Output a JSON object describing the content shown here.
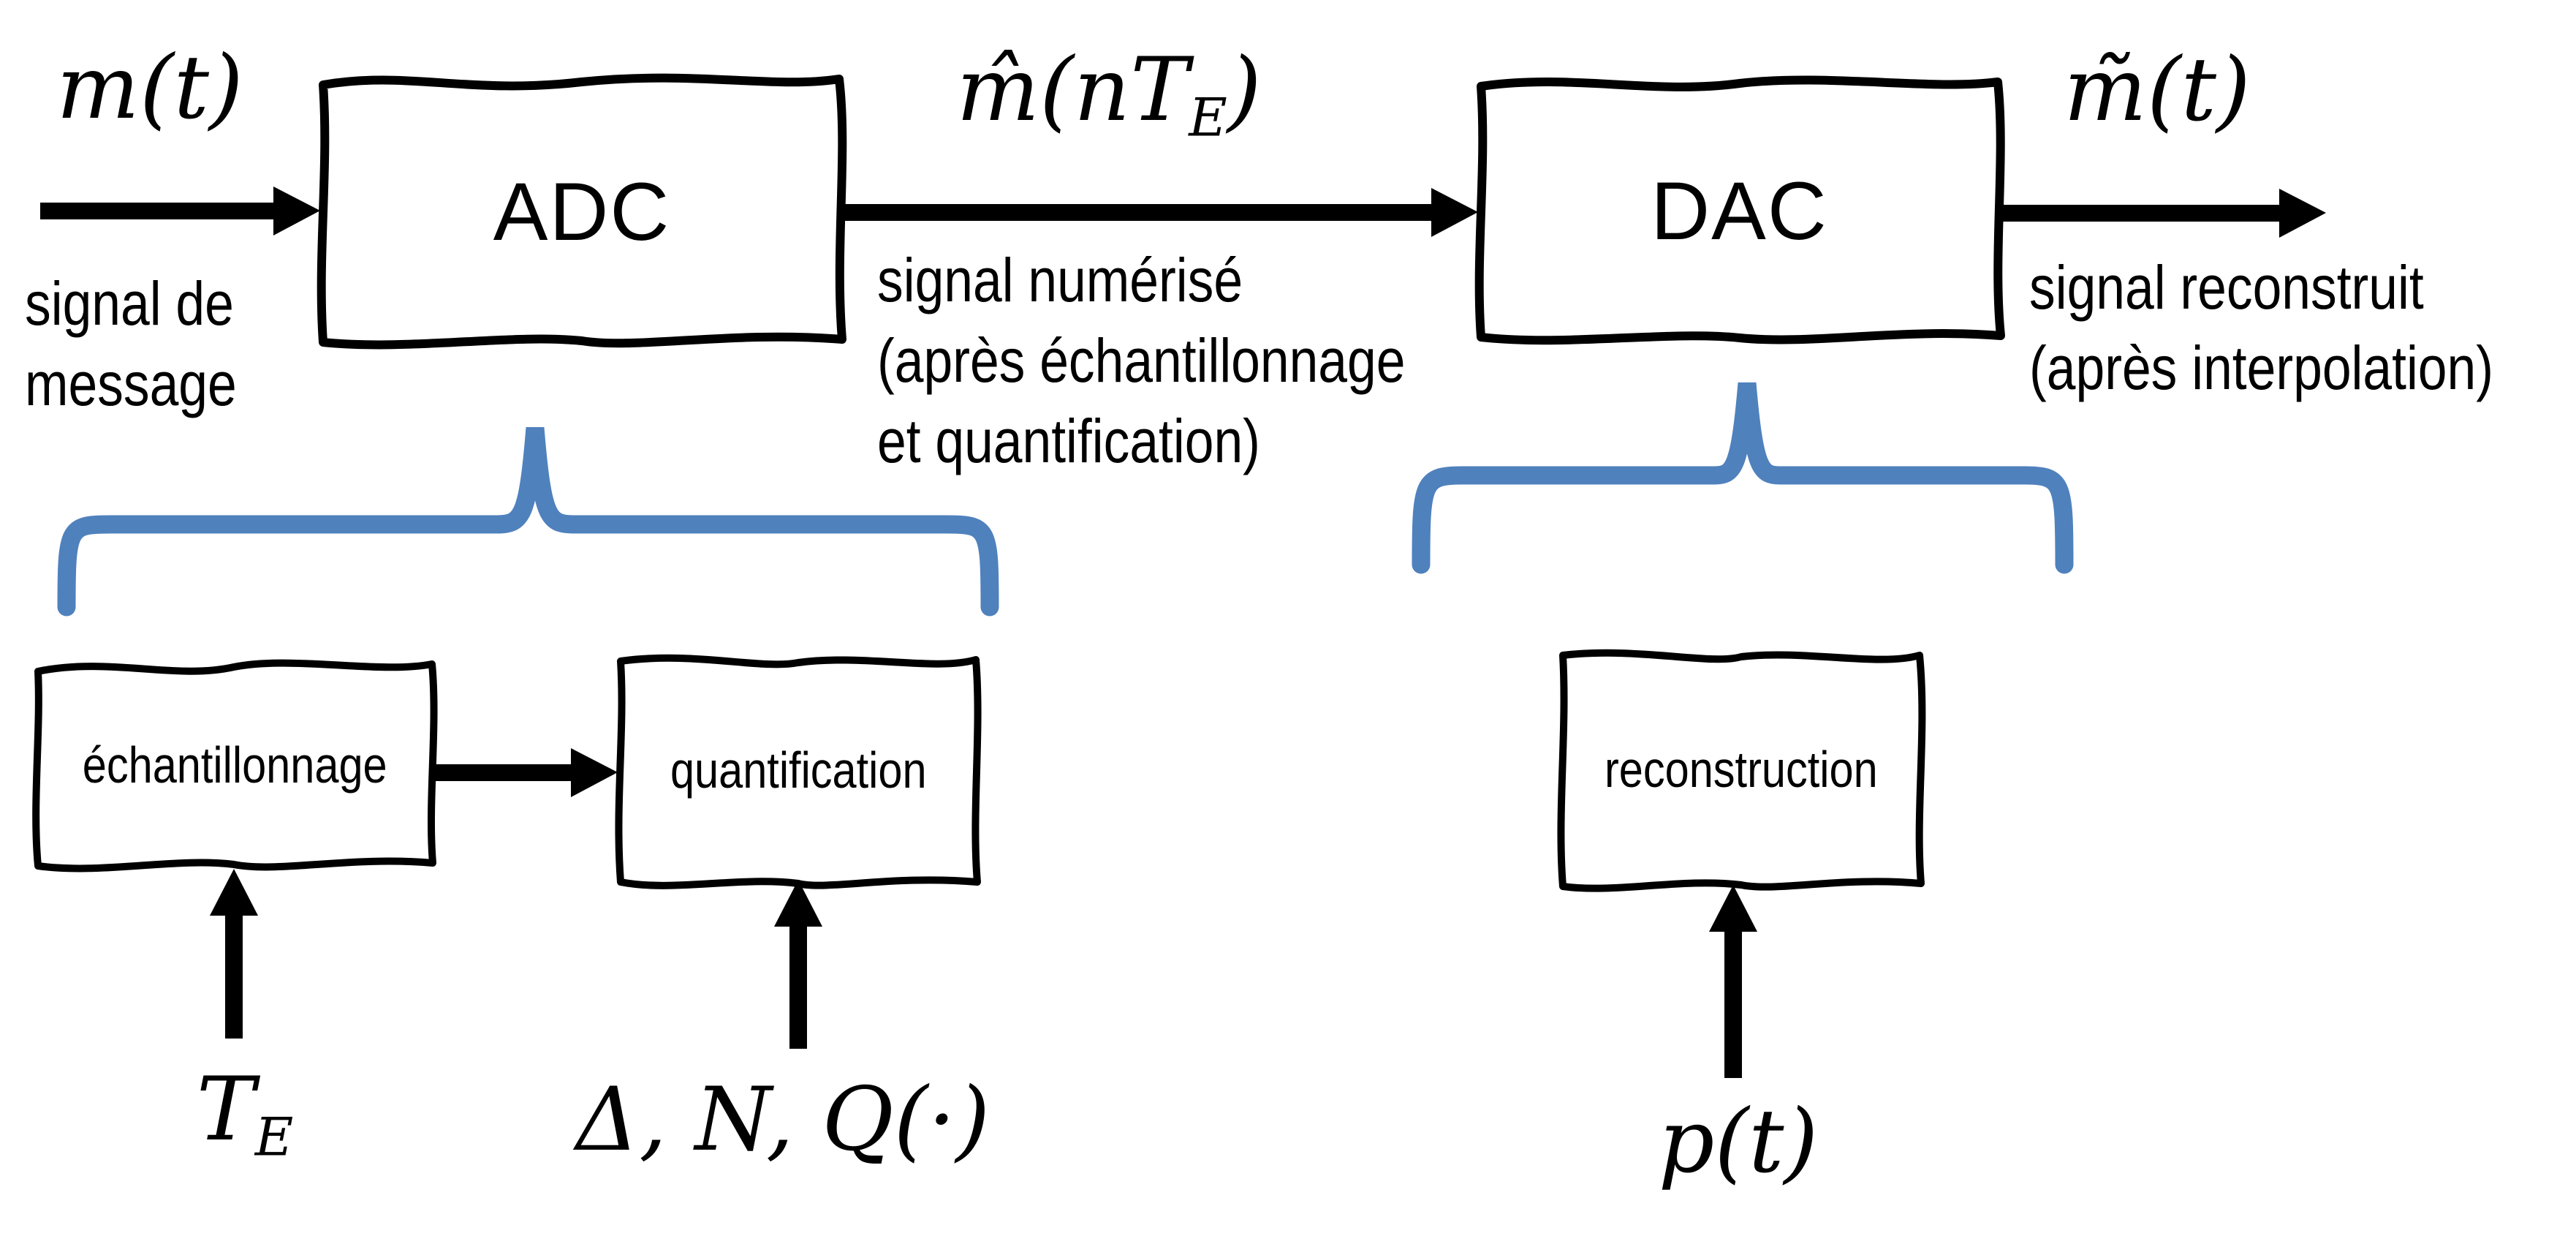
{
  "diagram": {
    "background": "#ffffff",
    "ink": "#000000",
    "brace_color": "#4f81bd"
  },
  "blocks": {
    "adc": "ADC",
    "dac": "DAC",
    "sampling": "échantillonnage",
    "quantization": "quantification",
    "reconstruction": "reconstruction"
  },
  "labels": {
    "input_formula": "m(t)",
    "input_caption_line1": "signal de",
    "input_caption_line2": "message",
    "digitized_formula_base": "m̂(nT",
    "digitized_formula_sub": "E",
    "digitized_formula_close": ")",
    "digitized_caption_line1": "signal numérisé",
    "digitized_caption_line2": "(après échantillonnage",
    "digitized_caption_line3": "et quantification)",
    "output_formula": "m̃(t)",
    "output_caption_line1": "signal reconstruit",
    "output_caption_line2": "(après interpolation)"
  },
  "parameters": {
    "sampling_period_base": "T",
    "sampling_period_sub": "E",
    "quantization_params": "Δ, N, Q(·)",
    "reconstruction_pulse": "p(t)"
  }
}
